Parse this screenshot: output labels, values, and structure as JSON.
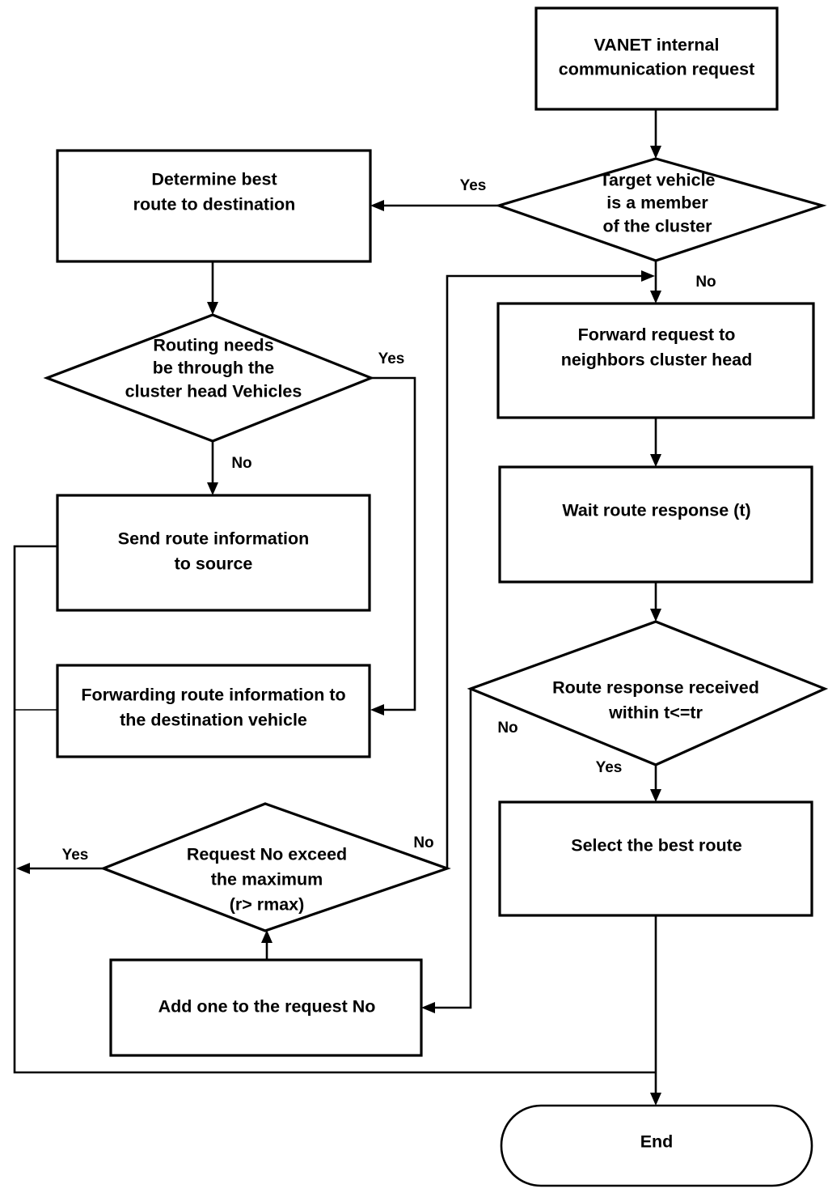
{
  "diagram": {
    "title": "VANET internal communication routing flowchart",
    "type": "flowchart",
    "background_color": "#ffffff",
    "line_color": "#000000",
    "text_color": "#000000",
    "nodes": [
      {
        "id": "start",
        "shape": "process",
        "lines": [
          "VANET internal",
          "communication request"
        ]
      },
      {
        "id": "target-member-decision",
        "shape": "decision",
        "lines": [
          "Target vehicle",
          "is a member",
          "of the cluster"
        ]
      },
      {
        "id": "determine-best-route",
        "shape": "process",
        "lines": [
          "Determine best",
          "route to destination"
        ]
      },
      {
        "id": "routing-through-ch-decision",
        "shape": "decision",
        "lines": [
          "Routing needs",
          "be through the",
          "cluster head Vehicles"
        ]
      },
      {
        "id": "send-route-info",
        "shape": "process",
        "lines": [
          "Send route information",
          "to source"
        ]
      },
      {
        "id": "forwarding-route-info",
        "shape": "process",
        "lines": [
          "Forwarding route information to",
          "the destination vehicle"
        ]
      },
      {
        "id": "request-no-exceed-decision",
        "shape": "decision",
        "lines": [
          "Request No exceed",
          "the maximum",
          "(r> rmax)"
        ]
      },
      {
        "id": "add-one-request-no",
        "shape": "process",
        "lines": [
          "Add one to the request No"
        ]
      },
      {
        "id": "forward-request-neighbors",
        "shape": "process",
        "lines": [
          "Forward request to",
          "neighbors cluster head"
        ]
      },
      {
        "id": "wait-route-response",
        "shape": "process",
        "lines": [
          "Wait route response (t)"
        ]
      },
      {
        "id": "route-response-received-decision",
        "shape": "decision",
        "lines": [
          "Route response received",
          "within t<=tr"
        ]
      },
      {
        "id": "select-best-route",
        "shape": "process",
        "lines": [
          "Select the best route"
        ]
      },
      {
        "id": "end",
        "shape": "terminator",
        "lines": [
          "End"
        ]
      }
    ],
    "edge_labels": {
      "target_member_yes": "Yes",
      "target_member_no": "No",
      "routing_through_ch_yes": "Yes",
      "routing_through_ch_no": "No",
      "request_no_exceed_yes": "Yes",
      "request_no_exceed_no": "No",
      "route_response_yes": "Yes",
      "route_response_no": "No"
    }
  }
}
